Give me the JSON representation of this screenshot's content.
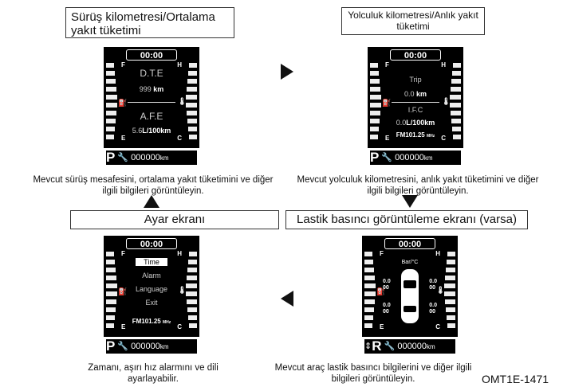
{
  "panels": {
    "top_left": {
      "title": "Sürüş kilometresi/Ortalama yakıt tüketimi",
      "caption": "Mevcut sürüş mesafesini, ortalama yakıt tüketimini ve diğer ilgili bilgileri görüntüleyin.",
      "screen": {
        "clock": "00:00",
        "l1": "D.T.E",
        "l2": "999",
        "l2u": "km",
        "l3": "A.F.E",
        "l4": "5.6",
        "l4u": "L/100km",
        "odo": "000000",
        "gear": "P",
        "unit": "km"
      }
    },
    "top_right": {
      "title": "Yolculuk kilometresi/Anlık yakıt tüketimi",
      "caption": "Mevcut yolculuk kilometresini, anlık yakıt tüketimini ve diğer ilgili bilgileri görüntüleyin.",
      "screen": {
        "clock": "00:00",
        "l1": "Trip",
        "l2": "0.0",
        "l2u": "km",
        "l3": "I.F.C",
        "l4": "0.0",
        "l4u": "L/100km",
        "radio": "FM101.25",
        "radio_u": "MHz",
        "odo": "000000",
        "gear": "P",
        "unit": "km"
      }
    },
    "bottom_left": {
      "title": "Ayar ekranı",
      "caption": "Zamanı, aşırı hız alarmını ve dili ayarlayabilir.",
      "screen": {
        "clock": "00:00",
        "menu": [
          "Time",
          "Alarm",
          "Language",
          "Exit"
        ],
        "radio": "FM101.25",
        "radio_u": "MHz",
        "odo": "000000",
        "gear": "P",
        "unit": "km"
      }
    },
    "bottom_right": {
      "title": "Lastik basıncı görüntüleme ekranı (varsa)",
      "caption": "Mevcut araç lastik basıncı bilgilerini ve diğer ilgili bilgileri görüntüleyin.",
      "screen": {
        "clock": "00:00",
        "unit_label": "Bar/°C",
        "tires": [
          "0.0",
          "00"
        ],
        "odo": "000000",
        "gear": "R",
        "unit": "km"
      }
    }
  },
  "gauge_labels": {
    "f": "F",
    "e": "E",
    "h": "H",
    "c": "C"
  },
  "figure_id": "OMT1E-1471"
}
